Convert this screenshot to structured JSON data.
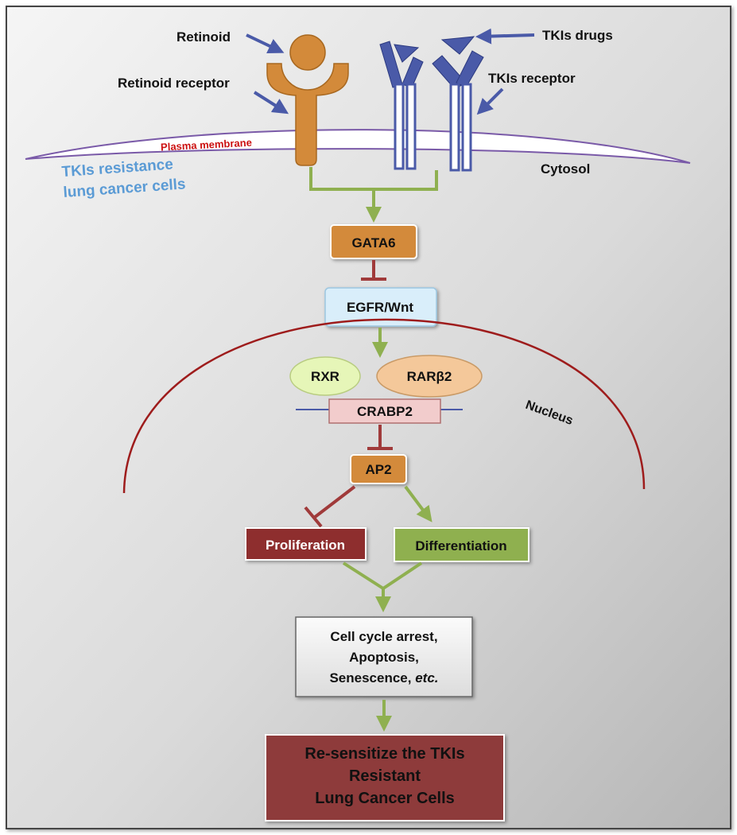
{
  "labels": {
    "retinoid": "Retinoid",
    "retinoid_receptor": "Retinoid receptor",
    "tkis_drugs": "TKIs drugs",
    "tkis_receptor": "TKIs receptor",
    "plasma_membrane": "Plasma membrane",
    "cytosol": "Cytosol",
    "resistance_line1": "TKIs resistance",
    "resistance_line2": "lung cancer cells",
    "nucleus": "Nucleus"
  },
  "nodes": {
    "gata6": "GATA6",
    "egfr_wnt": "EGFR/Wnt",
    "rxr": "RXR",
    "rarb2": "RARβ2",
    "crabp2": "CRABP2",
    "ap2": "AP2",
    "proliferation": "Proliferation",
    "differentiation": "Differentiation",
    "outcome_line1": "Cell cycle arrest,",
    "outcome_line2": "Apoptosis,",
    "outcome_line3_a": "Senescence, ",
    "outcome_line3_b": "etc.",
    "final_line1": "Re-sensitize the TKIs",
    "final_line2": "Resistant",
    "final_line3": "Lung Cancer Cells"
  },
  "colors": {
    "activation": "#8fb050",
    "inhibition": "#a03a3a",
    "receptor_orange": "#d38a3a",
    "tki_blue": "#4a5aa8",
    "pointer_blue": "#4a5aa8",
    "membrane_purple": "#7a5aa8",
    "resistance_text": "#5b9bd5",
    "plasma_membrane_text": "#cc1111",
    "nucleus_arc": "#9e1c1c",
    "gata6_fill": "#d38a3a",
    "egfr_fill": "#d9eefa",
    "rxr_fill": "#e6f6b8",
    "rarb2_fill": "#f4c89a",
    "crabp2_fill": "#f2cccc",
    "proliferation_fill": "#8e2f2f",
    "differentiation_fill": "#8fb050",
    "outcome_fill": "#eeeeee",
    "final_fill": "#8e3b3b"
  }
}
